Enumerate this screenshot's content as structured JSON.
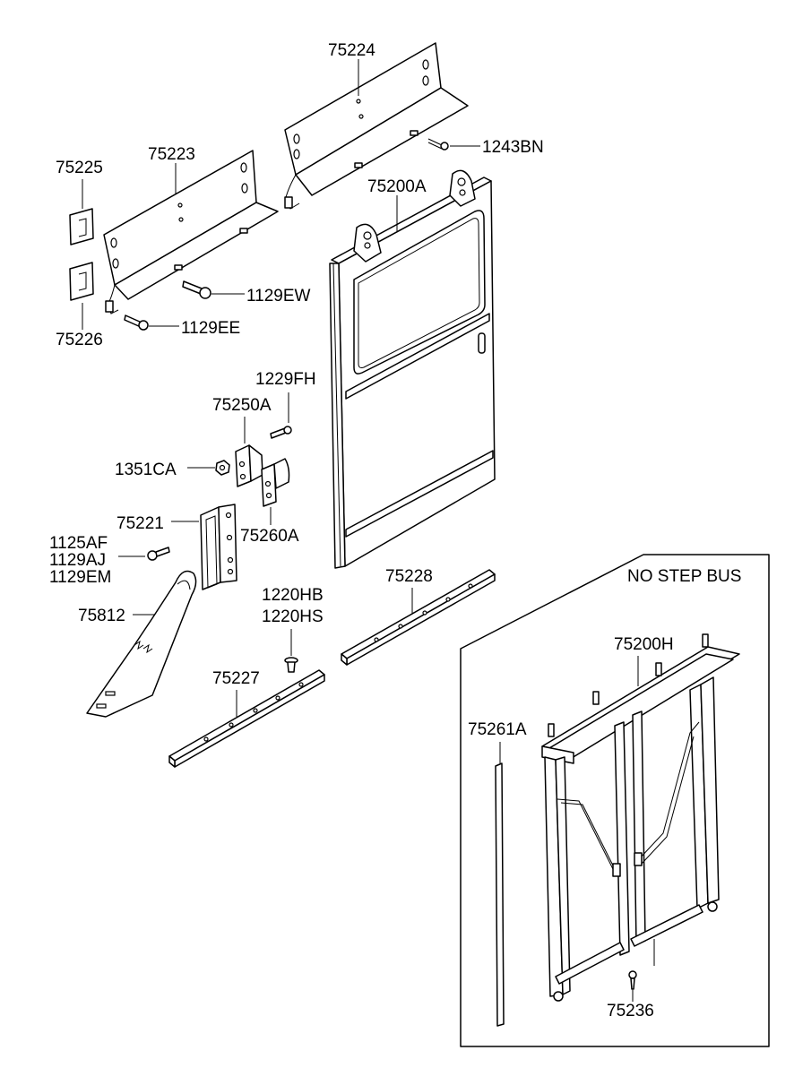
{
  "labels": {
    "p75224": "75224",
    "p1243BN": "1243BN",
    "p75225": "75225",
    "p75223": "75223",
    "p75200A": "75200A",
    "p75226": "75226",
    "p1129EW": "1129EW",
    "p1129EE": "1129EE",
    "p1229FH": "1229FH",
    "p75250A": "75250A",
    "p1351CA": "1351CA",
    "p75260A": "75260A",
    "p75221": "75221",
    "p1125AF": "1125AF",
    "p1129AJ": "1129AJ",
    "p1129EM": "1129EM",
    "p75812": "75812",
    "p75228": "75228",
    "p1220HB": "1220HB",
    "p1220HS": "1220HS",
    "p75227": "75227",
    "p75200H": "75200H",
    "p75261A": "75261A",
    "p75236": "75236"
  },
  "inset": {
    "title": "NO STEP BUS"
  }
}
